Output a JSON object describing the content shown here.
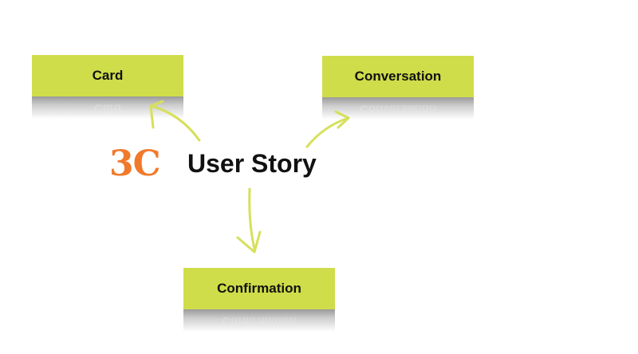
{
  "diagram": {
    "brand": "3C",
    "title": "User Story",
    "nodes": [
      {
        "id": "card",
        "label": "Card"
      },
      {
        "id": "conversation",
        "label": "Conversation"
      },
      {
        "id": "confirmation",
        "label": "Confirmation"
      }
    ],
    "edges": [
      {
        "from": "user-story",
        "to": "card"
      },
      {
        "from": "user-story",
        "to": "conversation"
      },
      {
        "from": "user-story",
        "to": "confirmation"
      }
    ]
  },
  "colors": {
    "box_fill": "#cfdd4a",
    "arrow": "#d6e05a",
    "brand": "#f07a2c",
    "text": "#111111"
  }
}
